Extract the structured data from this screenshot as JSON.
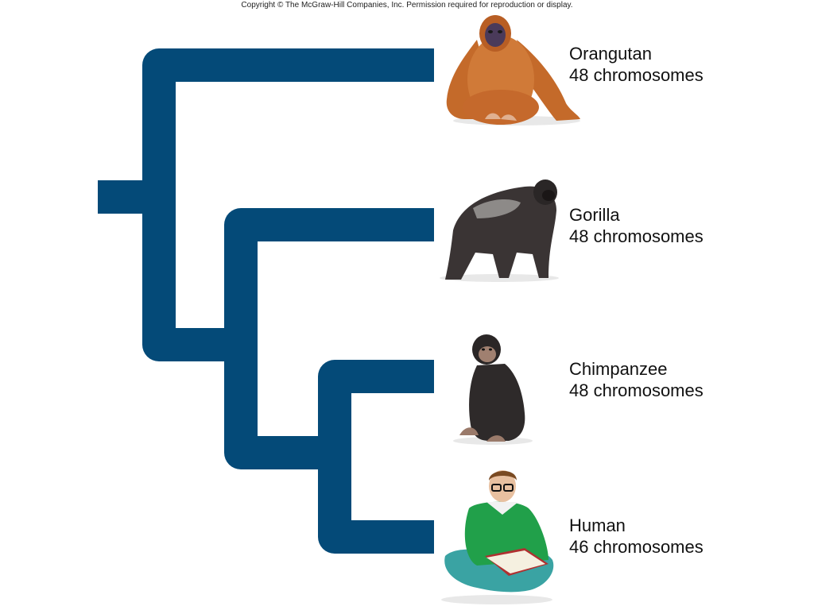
{
  "header": {
    "copyright": "Copyright © The McGraw-Hill Companies, Inc. Permission required for reproduction or display."
  },
  "colors": {
    "branch": "#044a78",
    "orangutan_fur": "#c9702e",
    "gorilla_fur": "#3a3434",
    "chimp_fur": "#2e2a2a",
    "human_shirt": "#21a04a",
    "human_pants": "#3aa3a3"
  },
  "species": [
    {
      "name": "Orangutan",
      "chromosomes": "48 chromosomes",
      "icon": "orangutan-icon"
    },
    {
      "name": "Gorilla",
      "chromosomes": "48 chromosomes",
      "icon": "gorilla-icon"
    },
    {
      "name": "Chimpanzee",
      "chromosomes": "48 chromosomes",
      "icon": "chimpanzee-icon"
    },
    {
      "name": "Human",
      "chromosomes": "46 chromosomes",
      "icon": "human-icon"
    }
  ]
}
